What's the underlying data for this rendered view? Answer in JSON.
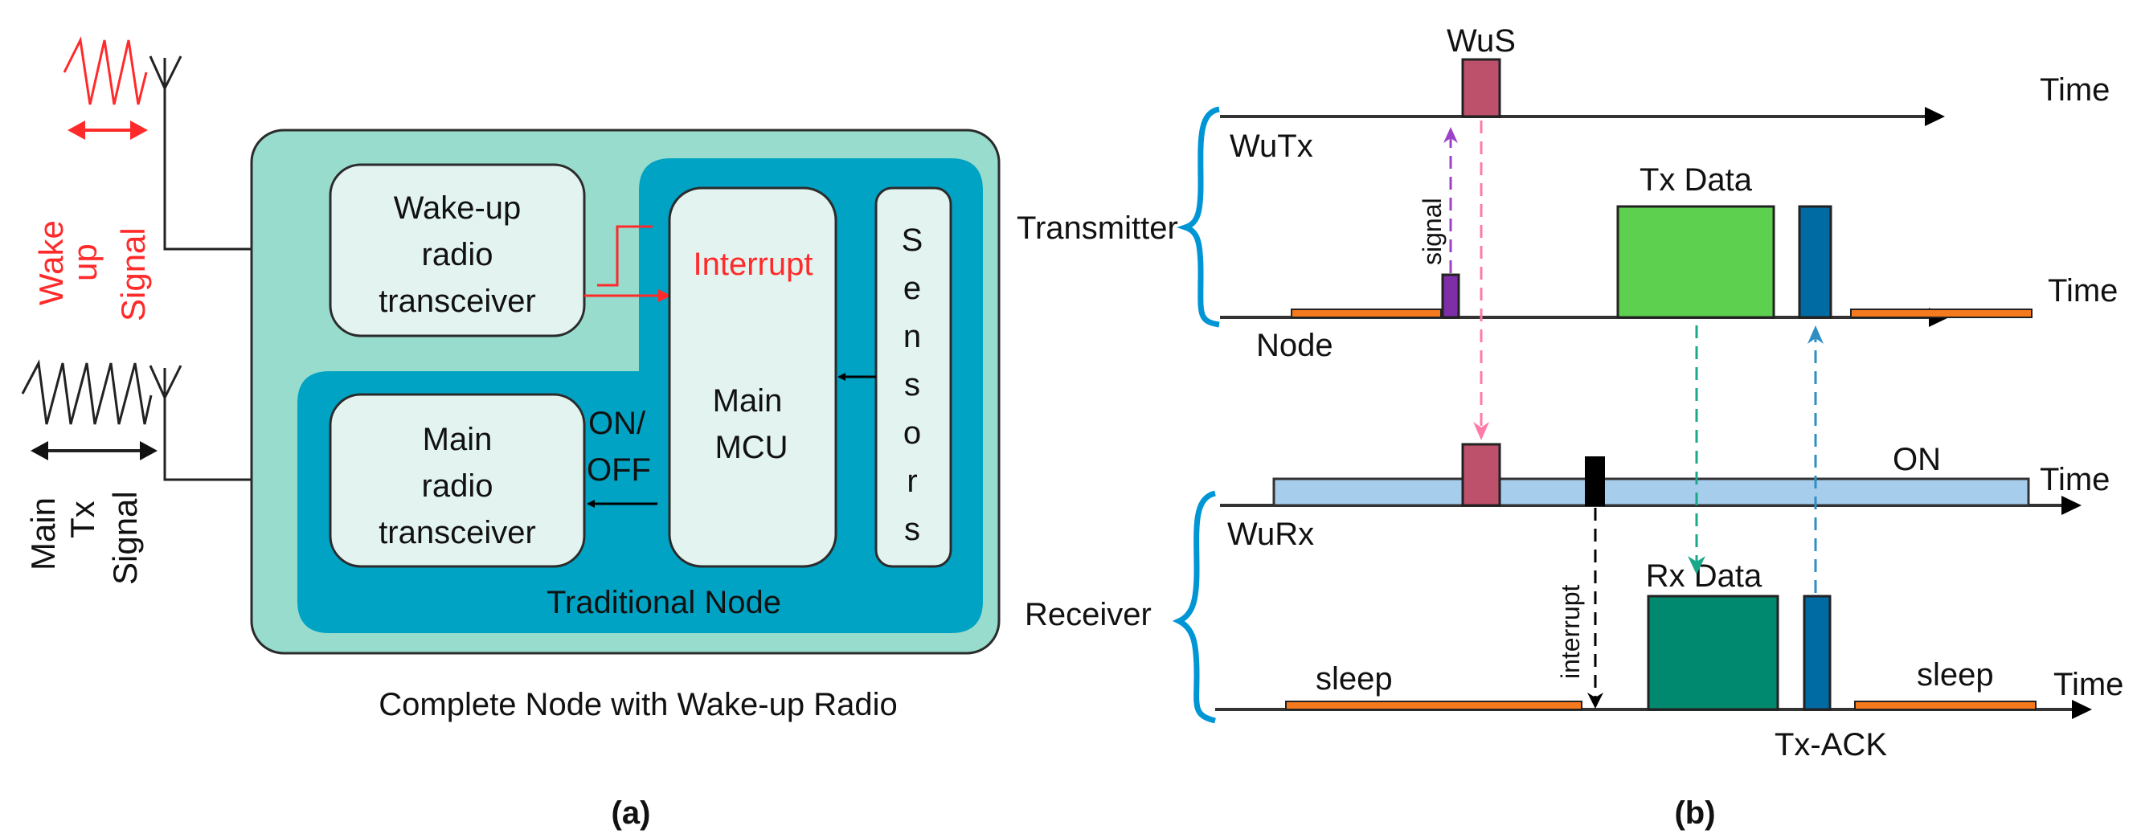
{
  "panel_a": {
    "caption": "(a)",
    "title": "Complete Node with Wake-up Radio",
    "wakeup_signal_label": [
      "Wake",
      "up",
      "Signal"
    ],
    "main_tx_signal_label": [
      "Main",
      "Tx",
      "Signal"
    ],
    "wakeup_radio_box": [
      "Wake-up",
      "radio",
      "transceiver"
    ],
    "main_radio_box": [
      "Main",
      "radio",
      "transceiver"
    ],
    "mcu_box": [
      "Main",
      "MCU"
    ],
    "interrupt_label": "Interrupt",
    "on_off_label": [
      "ON/",
      "OFF"
    ],
    "sensors_label": [
      "S",
      "e",
      "n",
      "s",
      "o",
      "r",
      "s"
    ],
    "traditional_node_label": "Traditional Node",
    "colors": {
      "outer_node": "#97dccd",
      "traditional_node": "#00a3c4",
      "inner_box": "#e3f4f0",
      "wakeup_signal": "#ff2a2a",
      "main_signal": "#111111"
    }
  },
  "panel_b": {
    "caption": "(b)",
    "transmitter_label": "Transmitter",
    "receiver_label": "Receiver",
    "time_label": "Time",
    "rows": {
      "wutx": "WuTx",
      "tx_node": "Node",
      "wurx": "WuRx",
      "rx_node": ""
    },
    "labels": {
      "wus": "WuS",
      "signal": "signal",
      "tx_data": "Tx Data",
      "on": "ON",
      "interrupt": "interrupt",
      "rx_data": "Rx Data",
      "sleep_left": "sleep",
      "sleep_right": "sleep",
      "tx_ack": "Tx-ACK"
    },
    "colors": {
      "brace": "#0096d6",
      "wus": "#bd506b",
      "signal_pulse": "#7e2fa7",
      "sleep_bar": "#f57a1e",
      "tx_data": "#5dd04f",
      "rx_data": "#00896e",
      "ack": "#006aa3",
      "wurx_on": "#a6cdec",
      "interrupt_pulse": "#000000",
      "pink_arrow": "#ff7aa8",
      "purple_arrow": "#9b42c9",
      "green_arrow": "#1aa88a",
      "blue_arrow": "#2f8fc2"
    }
  }
}
